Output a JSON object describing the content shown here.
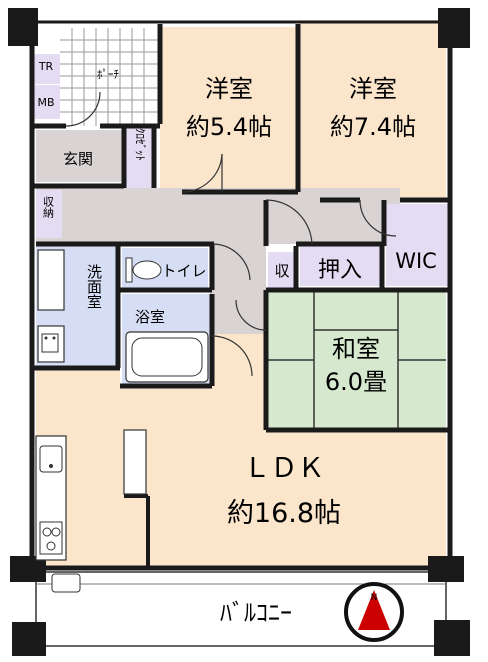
{
  "rooms": {
    "western_room_1": {
      "name": "洋室",
      "size": "約5.4帖"
    },
    "western_room_2": {
      "name": "洋室",
      "size": "約7.4帖"
    },
    "japanese_room": {
      "name": "和室",
      "size": "6.0畳"
    },
    "ldk": {
      "name": "ＬＤＫ",
      "size": "約16.8帖"
    },
    "balcony": "ﾊﾞﾙｺﾆｰ",
    "entrance": "玄関",
    "wic": "WIC",
    "closet": "押入",
    "storage_small": "収",
    "toilet": "トイレ",
    "bath": "浴室",
    "washroom": "洗面室",
    "shoe_storage": "収納",
    "walk_closet": "ｸﾛｾﾞｯﾄ",
    "porch": "ﾎﾟｰﾁ",
    "tr": "TR",
    "mb": "MB"
  },
  "colors": {
    "wall": "#1a1a1a",
    "floor_western": "#fbe6cc",
    "floor_ldk": "#fbe6cc",
    "hall": "#d9d3d3",
    "wet_area": "#d6def5",
    "tatami": "#d6e9cf",
    "storage": "#e3dcf2",
    "balcony": "#ffffff",
    "north_arrow": "#cc0000"
  },
  "icons": [
    "north-arrow-icon",
    "sink-icon",
    "stove-icon",
    "bathtub-icon",
    "toilet-icon",
    "washing-machine-icon"
  ]
}
